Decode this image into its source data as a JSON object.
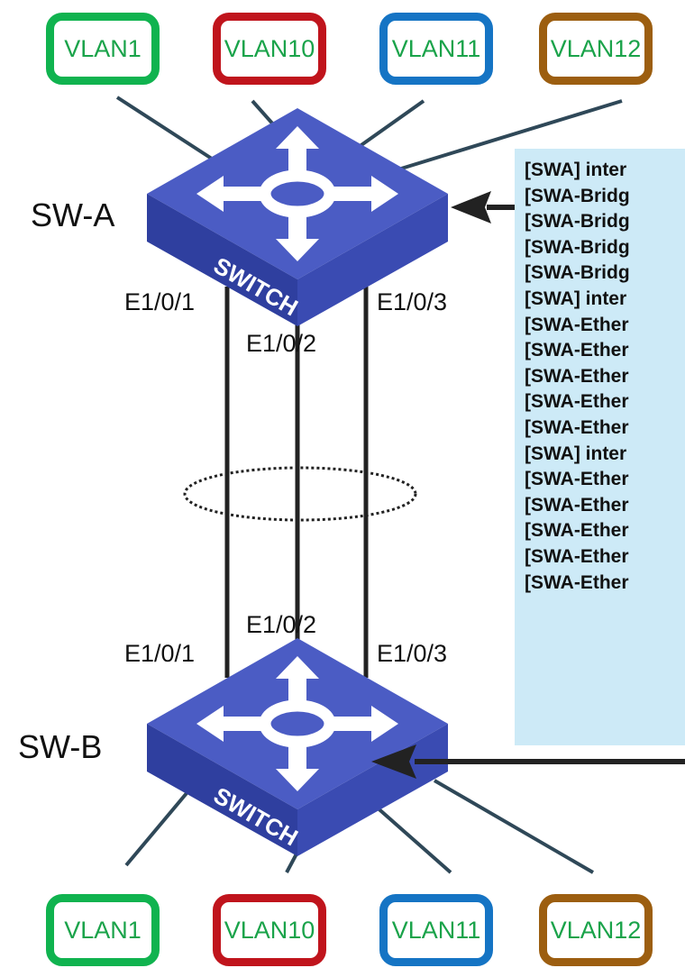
{
  "top_vlans": [
    {
      "label": "VLAN1",
      "color": "#10b34f"
    },
    {
      "label": "VLAN10",
      "color": "#c0141c"
    },
    {
      "label": "VLAN11",
      "color": "#1574c4"
    },
    {
      "label": "VLAN12",
      "color": "#9c5e10"
    }
  ],
  "bottom_vlans": [
    {
      "label": "VLAN1",
      "color": "#10b34f"
    },
    {
      "label": "VLAN10",
      "color": "#c0141c"
    },
    {
      "label": "VLAN11",
      "color": "#1574c4"
    },
    {
      "label": "VLAN12",
      "color": "#9c5e10"
    }
  ],
  "switch_a": {
    "name": "SW-A",
    "ports": [
      "E1/0/1",
      "E1/0/2",
      "E1/0/3"
    ],
    "face_text": "SWITCH"
  },
  "switch_b": {
    "name": "SW-B",
    "ports": [
      "E1/0/1",
      "E1/0/2",
      "E1/0/3"
    ],
    "face_text": "SWITCH"
  },
  "config_lines": [
    "[SWA] inter",
    "[SWA-Bridg",
    "[SWA-Bridg",
    "[SWA-Bridg",
    "[SWA-Bridg",
    "[SWA] inter",
    "[SWA-Ether",
    "[SWA-Ether",
    "[SWA-Ether",
    "[SWA-Ether",
    "[SWA-Ether",
    "[SWA] inter",
    "[SWA-Ether",
    "[SWA-Ether",
    "[SWA-Ether",
    "[SWA-Ether",
    "[SWA-Ether"
  ],
  "colors": {
    "switch_top": "#4a5bc2",
    "switch_side": "#2f3e9e",
    "switch_front": "#3a4aae",
    "text_green": "#1aa34a",
    "config_bg": "#cdeaf7"
  }
}
